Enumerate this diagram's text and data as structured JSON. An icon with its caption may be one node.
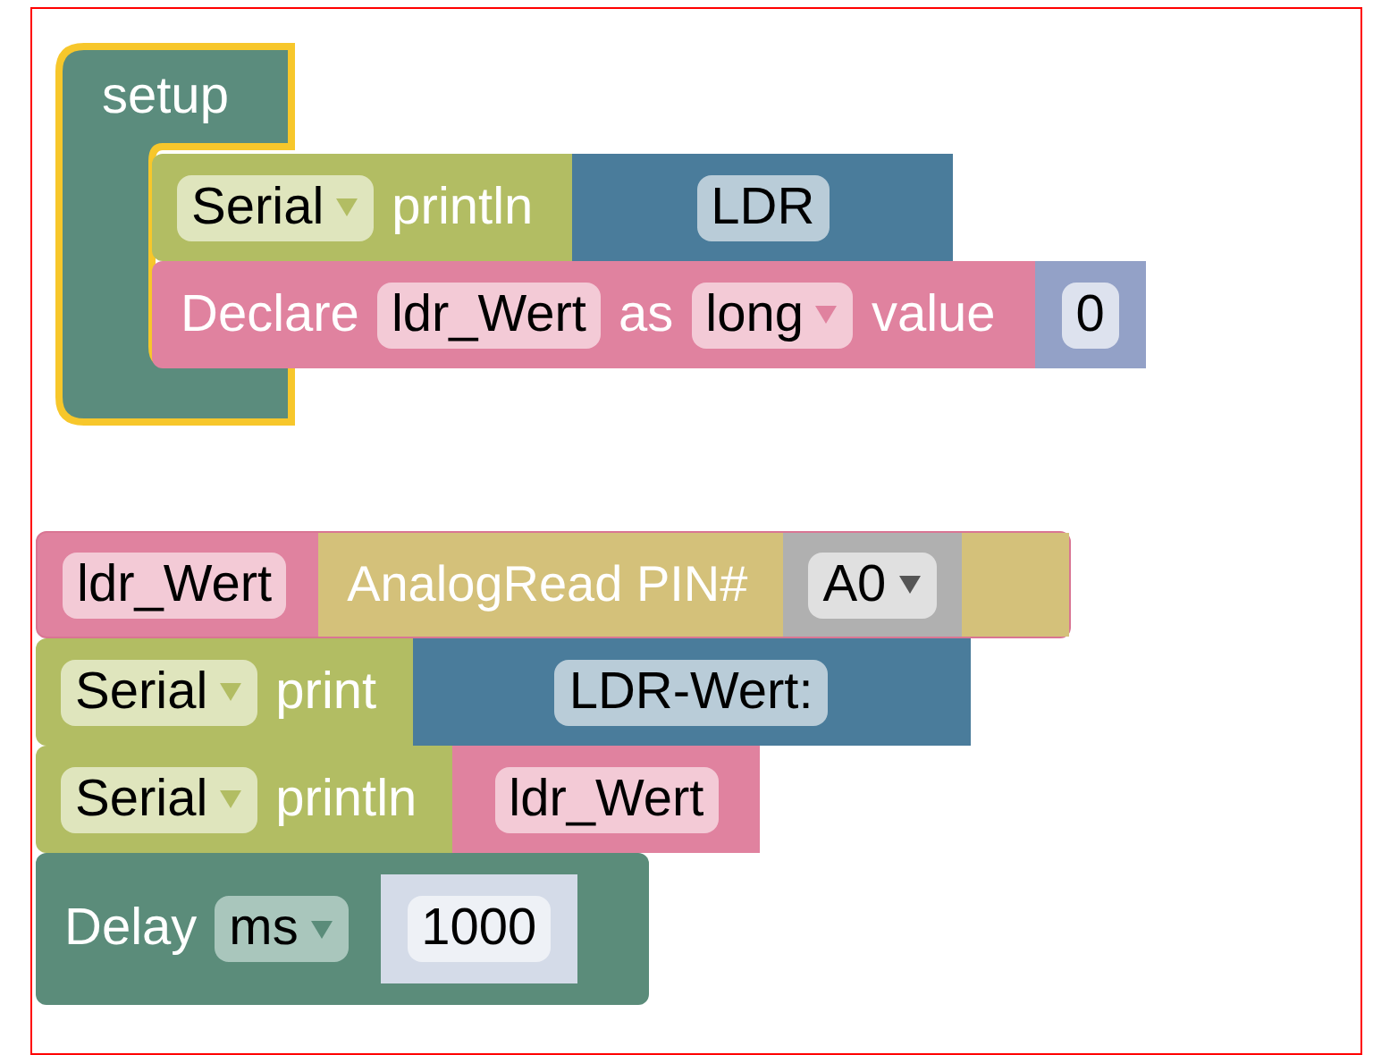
{
  "diagram": {
    "nodes": [
      {
        "text": [
          "setup"
        ]
      },
      {
        "text": [
          "println"
        ]
      },
      {
        "text": [
          "Serial"
        ],
        "in": 1
      },
      {
        "text": [
          "LDR"
        ],
        "in": 1
      },
      {
        "text": [
          "Declare",
          "as",
          "value"
        ]
      },
      {
        "text": [
          "ldr_Wert"
        ],
        "in": 4
      },
      {
        "text": [
          "long"
        ],
        "in": 4
      },
      {
        "text": [
          "0"
        ],
        "in": 4
      },
      {
        "text": [],
        "shape": "box"
      },
      {
        "text": [
          "ldr_Wert"
        ],
        "in": 8
      },
      {
        "text": [
          "AnalogRead PIN#"
        ],
        "in": 8
      },
      {
        "text": [
          "A0"
        ],
        "in": 10
      },
      {
        "text": [
          "print"
        ]
      },
      {
        "text": [
          "Serial"
        ],
        "in": 12
      },
      {
        "text": [
          "LDR-Wert:"
        ],
        "in": 12
      },
      {
        "text": [
          "println"
        ]
      },
      {
        "text": [
          "Serial"
        ],
        "in": 15
      },
      {
        "text": [
          "ldr_Wert"
        ],
        "in": 15
      },
      {
        "text": [
          "Delay"
        ]
      },
      {
        "text": [
          "ms"
        ],
        "in": 18
      },
      {
        "text": [
          "1000"
        ],
        "in": 18
      }
    ]
  }
}
